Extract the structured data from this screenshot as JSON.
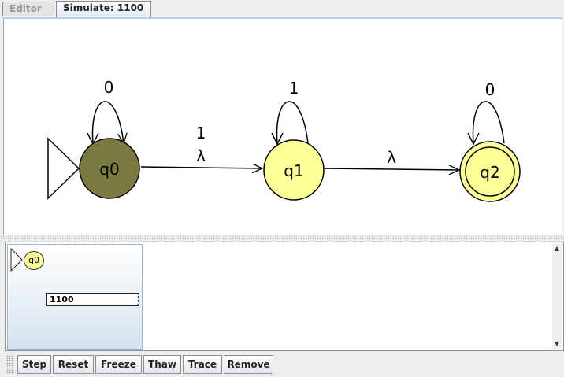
{
  "tabs": [
    {
      "label": "Editor",
      "selected": false
    },
    {
      "label": "Simulate: 1100",
      "selected": true
    }
  ],
  "automaton": {
    "states": [
      {
        "id": "q0",
        "label": "q0",
        "initial": true,
        "final": false,
        "active": true
      },
      {
        "id": "q1",
        "label": "q1",
        "initial": false,
        "final": false,
        "active": false
      },
      {
        "id": "q2",
        "label": "q2",
        "initial": false,
        "final": true,
        "active": false
      }
    ],
    "transitions": [
      {
        "from": "q0",
        "to": "q0",
        "labels": [
          "0"
        ]
      },
      {
        "from": "q0",
        "to": "q1",
        "labels": [
          "1",
          "λ"
        ]
      },
      {
        "from": "q1",
        "to": "q1",
        "labels": [
          "1"
        ]
      },
      {
        "from": "q1",
        "to": "q2",
        "labels": [
          "λ"
        ]
      },
      {
        "from": "q2",
        "to": "q2",
        "labels": [
          "0"
        ]
      }
    ]
  },
  "configuration": {
    "state": "q0",
    "input": "1100"
  },
  "toolbar": {
    "buttons": [
      "Step",
      "Reset",
      "Freeze",
      "Thaw",
      "Trace",
      "Remove"
    ]
  },
  "colors": {
    "active_state": "#7a7a40",
    "state": "#ffff99"
  }
}
